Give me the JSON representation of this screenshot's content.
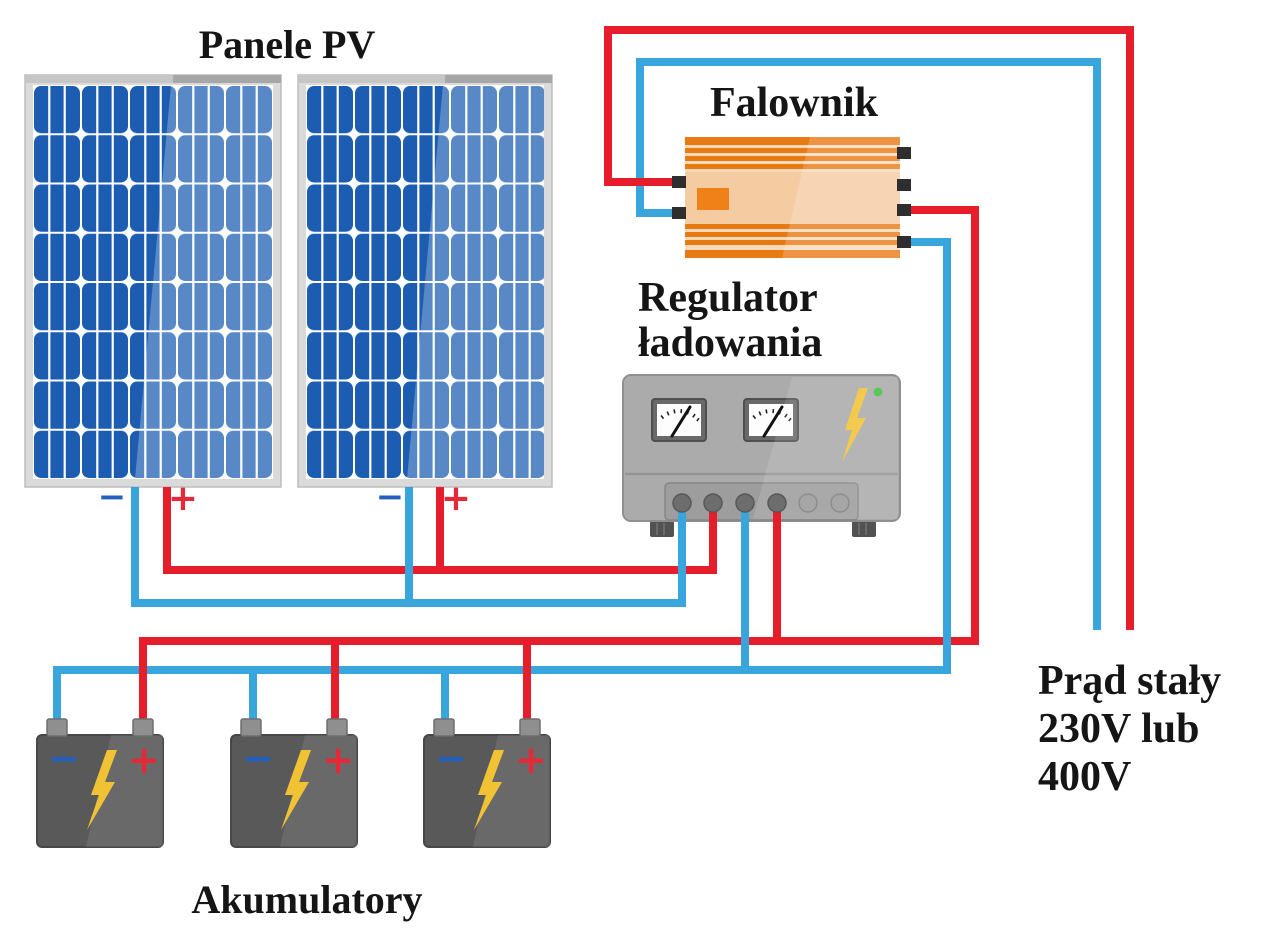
{
  "diagram": {
    "pv": {
      "title": "Panele PV"
    },
    "inverter": {
      "title": "Falownik"
    },
    "regulator": {
      "title_line1": "Regulator",
      "title_line2": "ładowania"
    },
    "batteries": {
      "title": "Akumulatory"
    },
    "output": {
      "line1": "Prąd stały",
      "line2": "230V lub",
      "line3": "400V"
    },
    "polarity": {
      "minus": "−",
      "plus": "+"
    },
    "colors": {
      "wire_positive": "#e61e2b",
      "wire_negative": "#38a6dc",
      "panel_cell_blue": "#1c5db2",
      "inverter_orange": "#e87a14",
      "regulator_gray": "#ababab",
      "battery_gray": "#595959",
      "bolt_yellow": "#f2c235",
      "led_green": "#43c13f",
      "minus_label_blue": "#2160c0",
      "plus_label_red": "#e62838"
    }
  }
}
